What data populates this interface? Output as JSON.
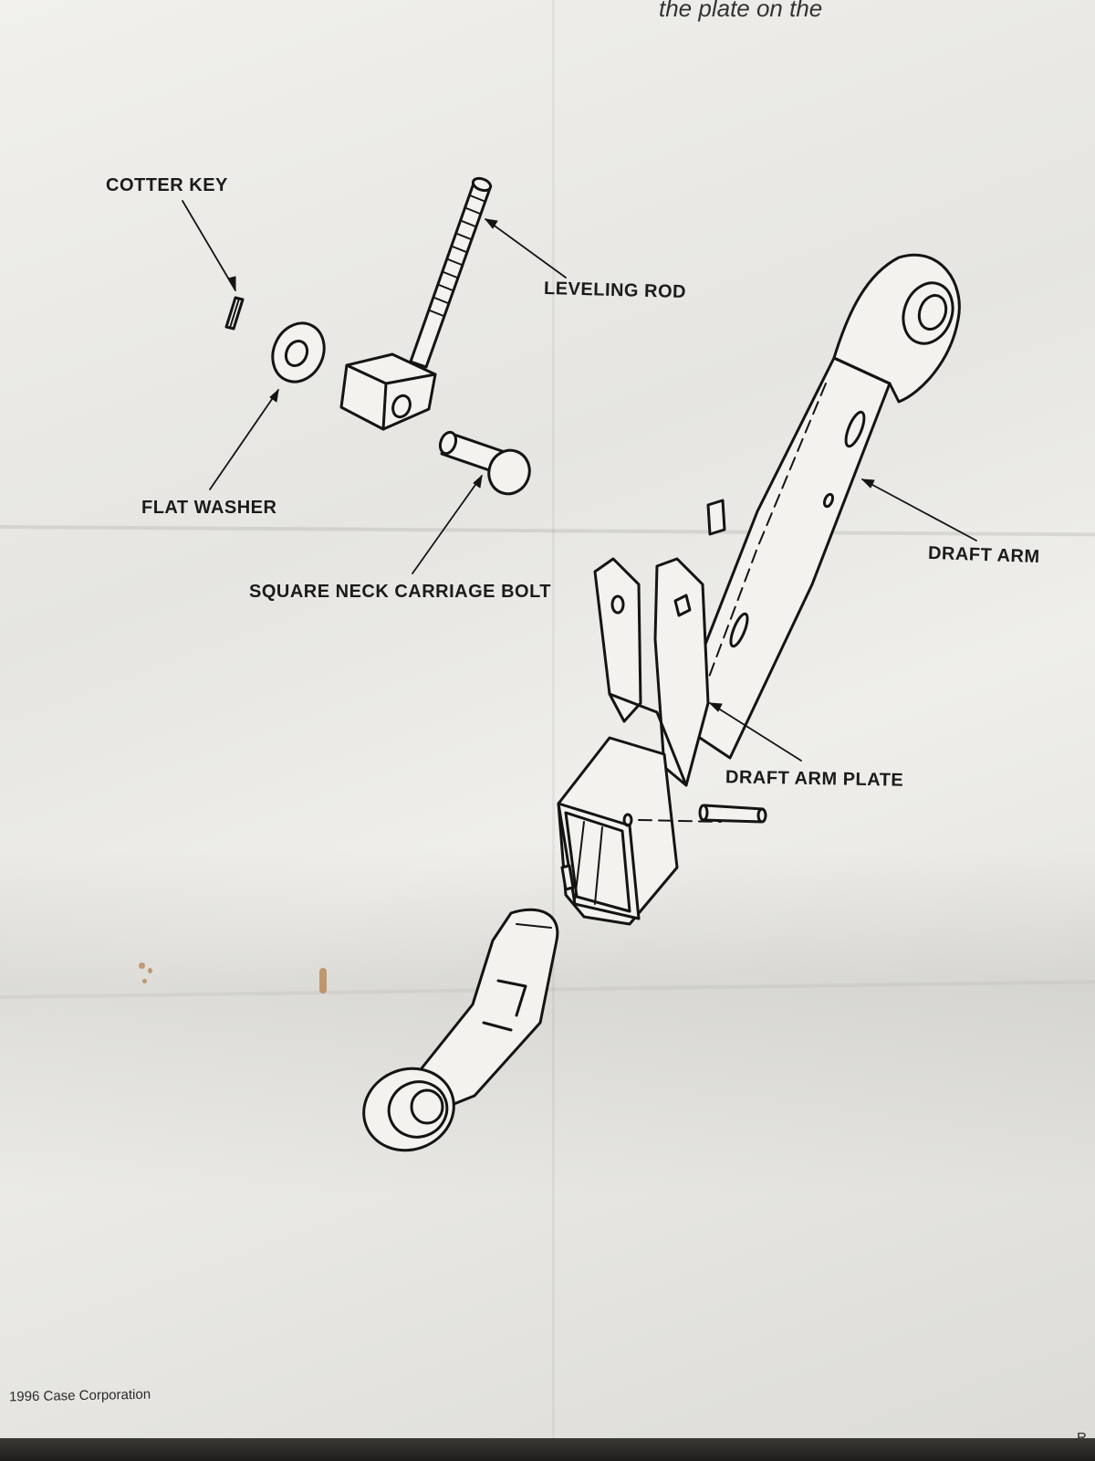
{
  "header_fragment": "the plate on the",
  "labels": {
    "cotter_key": "COTTER KEY",
    "leveling_rod": "LEVELING ROD",
    "flat_washer": "FLAT WASHER",
    "square_neck_carriage_bolt": "SQUARE NECK CARRIAGE BOLT",
    "draft_arm": "DRAFT ARM",
    "draft_arm_plate": "DRAFT ARM PLATE"
  },
  "footer": "1996 Case Corporation",
  "corner_fragment": "R"
}
